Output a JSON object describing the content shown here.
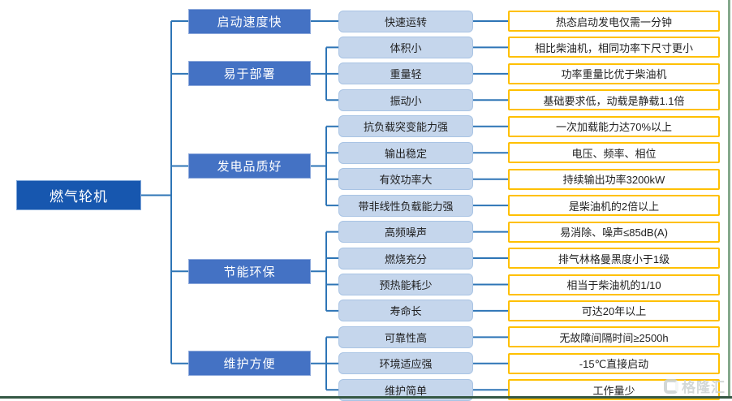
{
  "root": {
    "label": "燃气轮机"
  },
  "groups": [
    {
      "label": "启动速度快",
      "children": [
        {
          "feature": "快速运转",
          "detail": "热态启动发电仅需一分钟"
        }
      ]
    },
    {
      "label": "易于部署",
      "children": [
        {
          "feature": "体积小",
          "detail": "相比柴油机，相同功率下尺寸更小"
        },
        {
          "feature": "重量轻",
          "detail": "功率重量比优于柴油机"
        },
        {
          "feature": "振动小",
          "detail": "基础要求低，动载是静载1.1倍"
        }
      ]
    },
    {
      "label": "发电品质好",
      "children": [
        {
          "feature": "抗负载突变能力强",
          "detail": "一次加载能力达70%以上"
        },
        {
          "feature": "输出稳定",
          "detail": "电压、频率、相位"
        },
        {
          "feature": "有效功率大",
          "detail": "持续输出功率3200kW"
        },
        {
          "feature": "带非线性负载能力强",
          "detail": "是柴油机的2倍以上"
        }
      ]
    },
    {
      "label": "节能环保",
      "children": [
        {
          "feature": "高频噪声",
          "detail": "易消除、噪声≤85dB(A)"
        },
        {
          "feature": "燃烧充分",
          "detail": "排气林格曼黑度小于1级"
        },
        {
          "feature": "预热能耗少",
          "detail": "相当于柴油机的1/10"
        },
        {
          "feature": "寿命长",
          "detail": "可达20年以上"
        }
      ]
    },
    {
      "label": "维护方便",
      "children": [
        {
          "feature": "可靠性高",
          "detail": "无故障间隔时间≥2500h"
        },
        {
          "feature": "环境适应强",
          "detail": "-15℃直接启动"
        },
        {
          "feature": "维护简单",
          "detail": "工作量少"
        }
      ]
    }
  ],
  "watermark": {
    "text": "格隆汇",
    "logo": "gelonghui-g-icon"
  },
  "colors": {
    "root_fill": "#1757AF",
    "branch_fill": "#4472C4",
    "feature_fill": "#C5D6EC",
    "feature_border": "#A9C4E4",
    "detail_border": "#FFC000",
    "connector": "#2E75B6",
    "bottom_edge": "#355844",
    "right_edge": "#85A88C",
    "watermark_gray": "#CCD2D1"
  }
}
